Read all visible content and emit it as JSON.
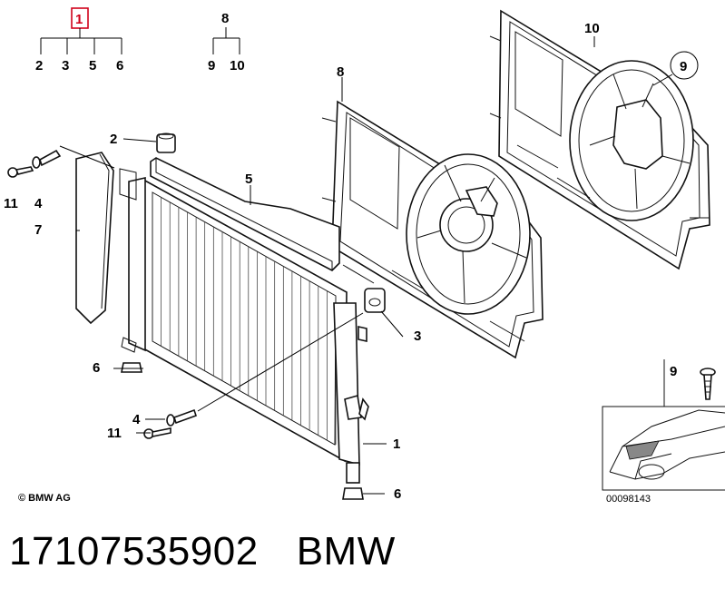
{
  "tree": {
    "root": "1",
    "root_children": [
      "2",
      "3",
      "5",
      "6"
    ],
    "group_root": "8",
    "group_children": [
      "9",
      "10"
    ]
  },
  "callouts": {
    "c1": "1",
    "c2": "2",
    "c3": "3",
    "c4a": "4",
    "c4b": "4",
    "c5": "5",
    "c6a": "6",
    "c6b": "6",
    "c7": "7",
    "c8": "8",
    "c9_circle": "9",
    "c9_inset": "9",
    "c10": "10",
    "c11a": "11",
    "c11b": "11"
  },
  "copyright": "© BMW AG",
  "diagram_number": "00098143",
  "footer": {
    "part_number": "17107535902",
    "brand": "BMW"
  },
  "colors": {
    "highlight_box": "#d0021b"
  }
}
